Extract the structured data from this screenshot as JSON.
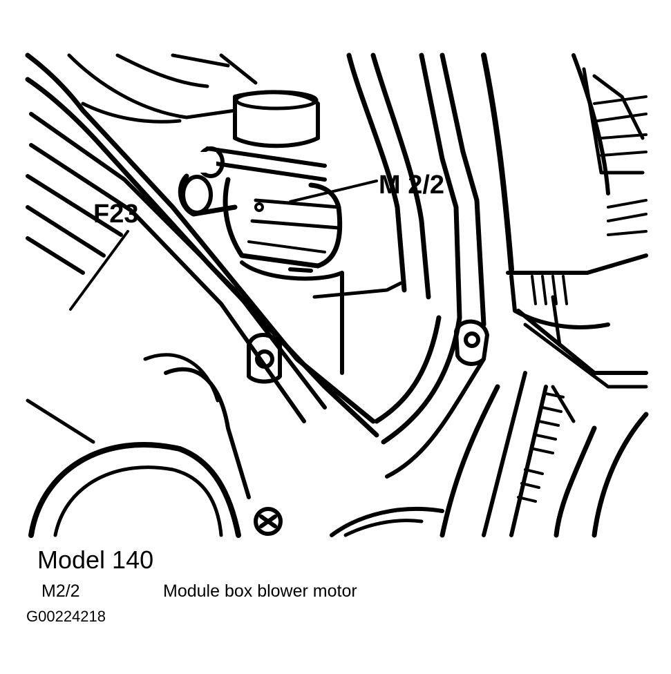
{
  "diagram": {
    "callouts": {
      "f23": "F23",
      "m2_2": "M 2/2"
    }
  },
  "caption": {
    "model": "Model 140",
    "legend": [
      {
        "code": "M2/2",
        "description": "Module box blower motor"
      }
    ],
    "figure_id": "G00224218"
  }
}
